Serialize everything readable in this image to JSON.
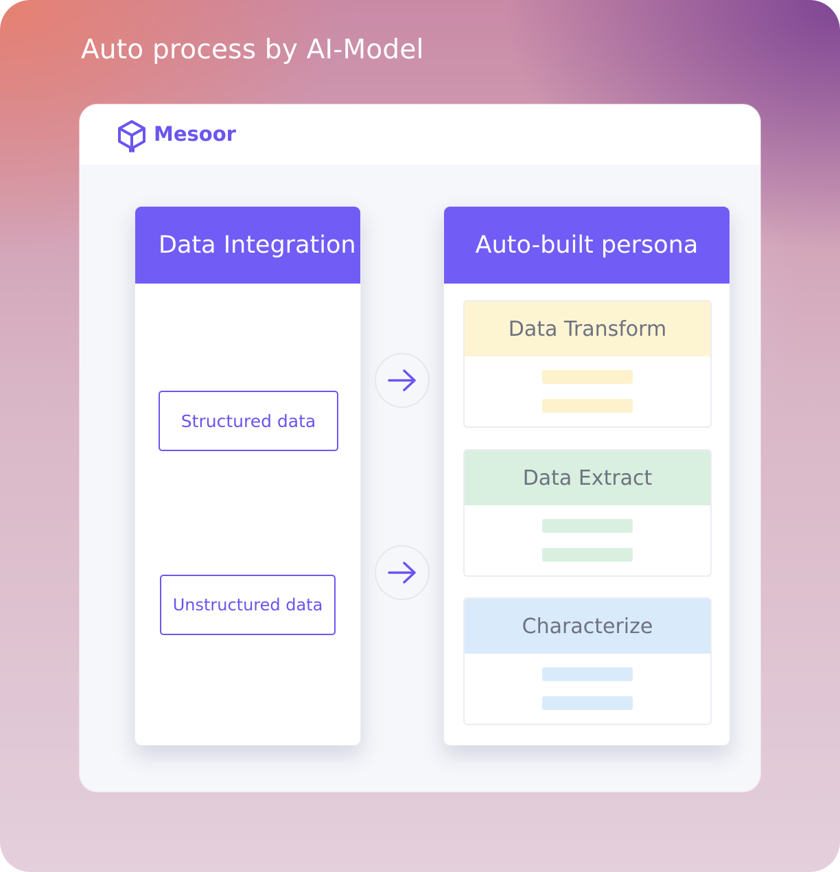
{
  "page": {
    "title": "Auto process by AI-Model"
  },
  "brand": {
    "name": "Mesoor",
    "icon": "cube-tree-icon",
    "color": "#6a55ef"
  },
  "left_panel": {
    "title": "Data Integration",
    "items": [
      {
        "label": "Structured data"
      },
      {
        "label": "Unstructured data"
      }
    ]
  },
  "right_panel": {
    "title": "Auto-built persona",
    "steps": [
      {
        "label": "Data Transform",
        "color": "#fdf4d2"
      },
      {
        "label": "Data Extract",
        "color": "#d9f0e0"
      },
      {
        "label": "Characterize",
        "color": "#d9eafb"
      }
    ]
  },
  "connectors": [
    {
      "icon": "arrow-right-icon"
    },
    {
      "icon": "arrow-right-icon"
    }
  ],
  "colors": {
    "accent": "#715cf5"
  }
}
